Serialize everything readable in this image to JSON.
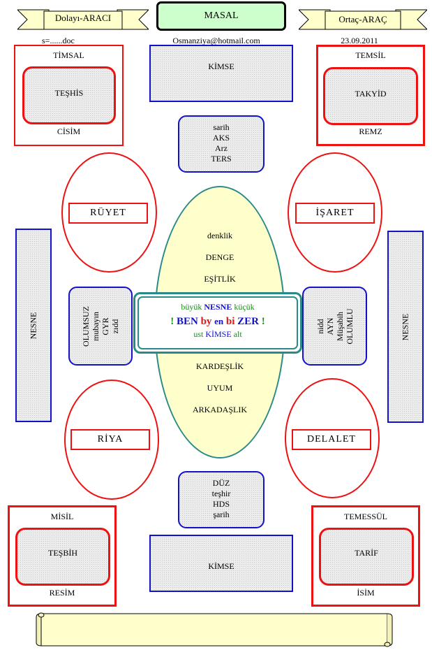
{
  "header": {
    "left_ribbon": "Dolayı-ARACI",
    "title": "MASAL",
    "right_ribbon": "Ortaç-ARAÇ",
    "file_name": "s=......doc",
    "email": "Osmanziya@hotmail.com",
    "date": "23.09.2011"
  },
  "top_left": {
    "top": "TİMSAL",
    "inner": "TEŞHİS",
    "bottom": "CİSİM"
  },
  "top_right": {
    "top": "TEMSİL",
    "inner": "TAKYİD",
    "bottom": "REMZ"
  },
  "bottom_left": {
    "top": "MİSİL",
    "inner": "TEŞBİH",
    "bottom": "RESİM"
  },
  "bottom_right": {
    "top": "TEMESSÜL",
    "inner": "TARİF",
    "bottom": "İSİM"
  },
  "kimse_top": "KİMSE",
  "kimse_bottom": "KİMSE",
  "nesne_left": "NESNE",
  "nesne_right": "NESNE",
  "top_list": [
    "sarih",
    "AKS",
    "Arz",
    "TERS"
  ],
  "bottom_list": [
    "DÜZ",
    "teşhir",
    "HDS",
    "şarih"
  ],
  "left_small": [
    "OLUMSUZ",
    "mubayın",
    "GYR",
    "zıdd"
  ],
  "right_small": [
    "nidd",
    "AYN",
    "Müşabih",
    "OLUMLU"
  ],
  "ellipses": {
    "ruyet": "RÜYET",
    "isaret": "İŞARET",
    "riya": "RİYA",
    "delalet": "DELALET"
  },
  "center_upper": [
    "denklik",
    "DENGE",
    "EŞİTLİK"
  ],
  "center_lower": [
    "KARDEŞLİK",
    "UYUM",
    "ARKADAŞLIK"
  ],
  "center_box": {
    "line1_a": "büyük",
    "line1_b": "NESNE",
    "line1_c": "küçük",
    "line2_a": "!",
    "line2_b": "BEN",
    "line2_c": "by",
    "line2_d": "en",
    "line2_e": "bi",
    "line2_f": "ZER",
    "line2_g": "!",
    "line3_a": "ust",
    "line3_b": "KİMSE",
    "line3_c": "alt"
  },
  "colors": {
    "red": "#ee1111",
    "blue": "#1111cc",
    "green": "#1a8a1a",
    "teal": "#2a8a8a",
    "yellow": "#ffffcc",
    "ribbon": "#ffffcc"
  }
}
